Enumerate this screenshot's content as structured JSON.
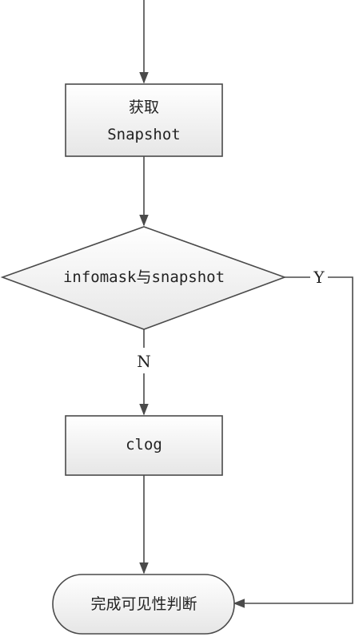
{
  "nodes": {
    "get_snapshot": {
      "line1": "获取",
      "line2": "Snapshot"
    },
    "decision": {
      "label": "infomask与snapshot"
    },
    "clog": {
      "label": "clog"
    },
    "end": {
      "label": "完成可见性判断"
    }
  },
  "edges": {
    "yes_label": "Y",
    "no_label": "N"
  },
  "colors": {
    "stroke": "#4a4a4a",
    "box_fill_top": "#ffffff",
    "box_fill_bottom": "#e9e9e9"
  }
}
